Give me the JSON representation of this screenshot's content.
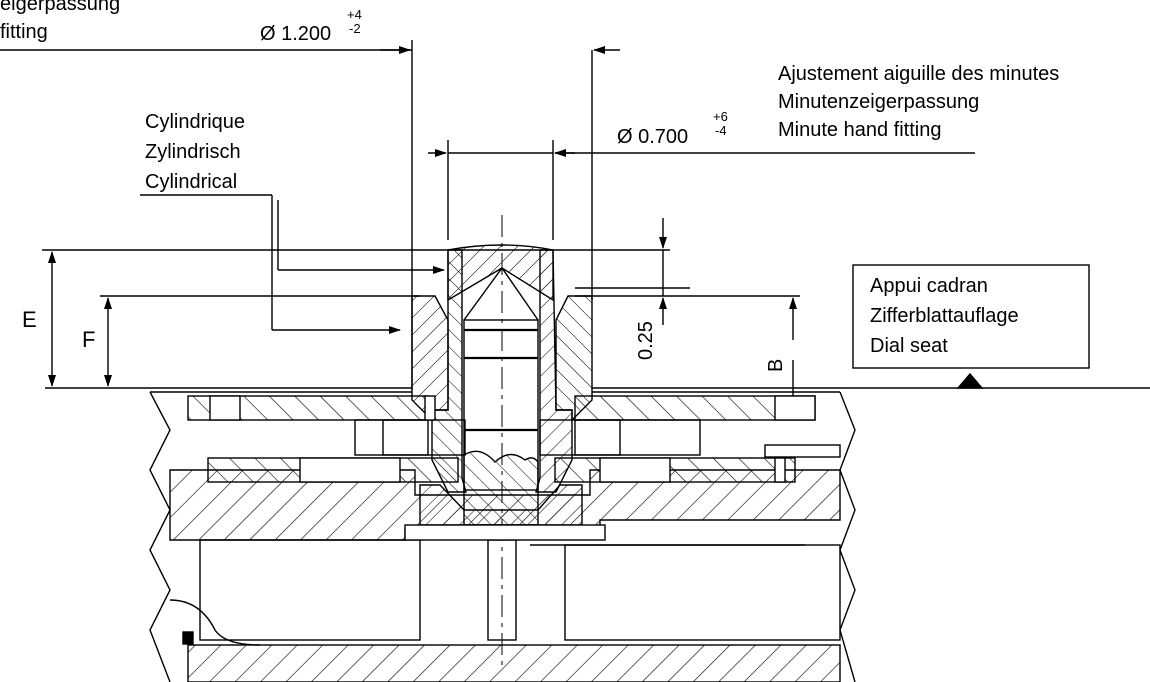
{
  "top_left_label": {
    "line1": "eigerpassung",
    "line2": " fitting"
  },
  "dim_hour_diameter": {
    "value": "Ø 1.200",
    "tol_upper": "+4",
    "tol_lower": "-2"
  },
  "dim_minute_diameter": {
    "value": "Ø 0.700",
    "tol_upper": "+6",
    "tol_lower": "-4"
  },
  "minute_hand_label": {
    "fr": "Ajustement aiguille des minutes",
    "de": "Minutenzeigerpassung",
    "en": "Minute hand fitting"
  },
  "cylindrical_label": {
    "fr": "Cylindrique",
    "de": "Zylindrisch",
    "en": "Cylindrical"
  },
  "dial_seat_label": {
    "fr": "Appui cadran",
    "de": "Zifferblattauflage",
    "en": "Dial seat"
  },
  "dimension_letters": {
    "e": "E",
    "f": "F",
    "b": "B"
  },
  "dim_025": "0.25"
}
